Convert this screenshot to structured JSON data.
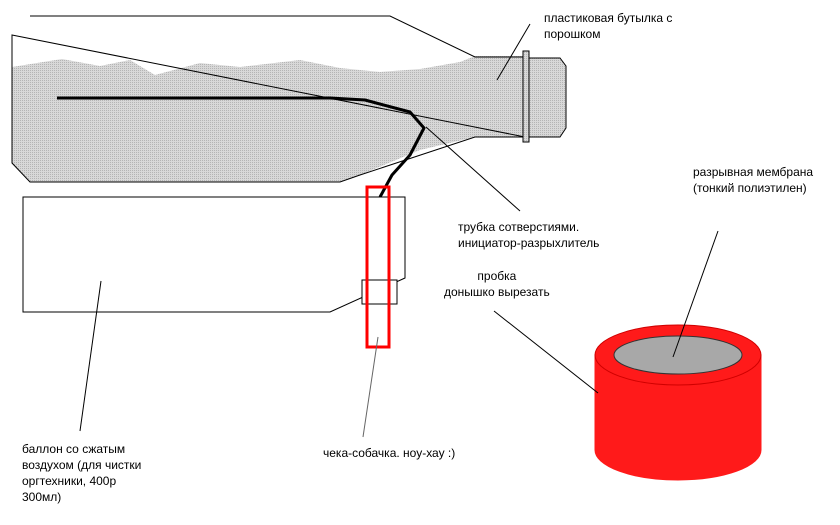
{
  "colors": {
    "background": "#ffffff",
    "powder": "#d4d4d4",
    "outline": "#000000",
    "tube": "#000000",
    "pin_box": "#ff0000",
    "cap_red": "#ff1a1a",
    "membrane_gray": "#a8a8a8",
    "leader": "#000000"
  },
  "labels": {
    "bottle": [
      "пластиковая бутылка с",
      "порошком"
    ],
    "tube": [
      "трубка сотверстиями.",
      "инициатор-разрыхлитель"
    ],
    "membrane": [
      "разрывная мембрана",
      "(тонкий полиэтилен)"
    ],
    "cap": [
      "пробка",
      "донышко вырезать"
    ],
    "pin": [
      "чека-собачка. ноу-хау :)"
    ],
    "can": [
      "баллон со сжатым",
      "воздухом (для чистки",
      "оргтехники, 400р",
      "300мл)"
    ]
  }
}
